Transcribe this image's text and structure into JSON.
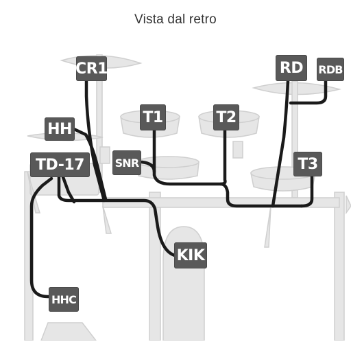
{
  "title": "Vista dal retro",
  "labels": {
    "cr1": "CR1",
    "rd": "RD",
    "rdb": "RDB",
    "hh": "HH",
    "t1": "T1",
    "t2": "T2",
    "td17": "TD-17",
    "snr": "SNR",
    "t3": "T3",
    "kik": "KIK",
    "hhc": "HHC"
  },
  "colors": {
    "cable": "#1a1a1a",
    "tag": "#595959",
    "hardware": "#d9d9d9"
  }
}
